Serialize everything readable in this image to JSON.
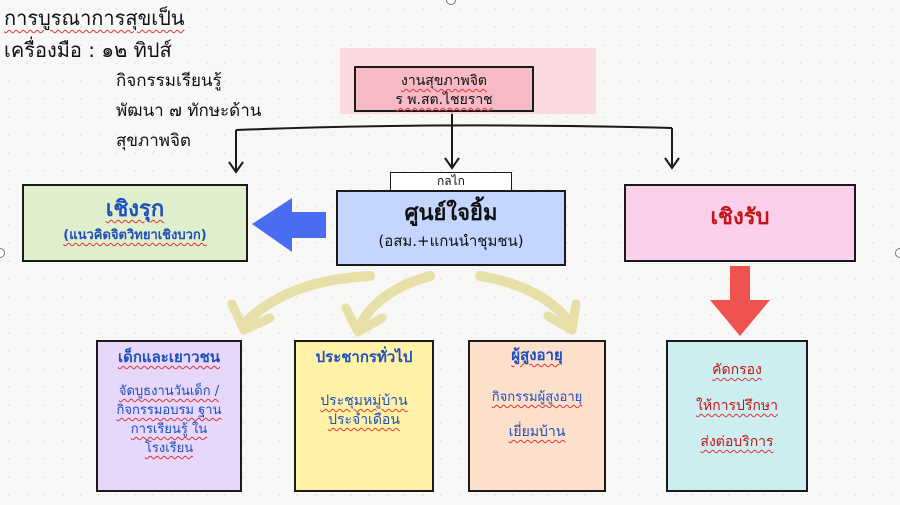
{
  "heading": {
    "line1": "การบูรณาการสุขเป็น",
    "line2": "เครื่องมือ : ๑๒ ทิปส์",
    "line3": "กิจกรรมเรียนรู้",
    "line4": "พัฒนา ๗ ทักษะด้าน",
    "line5": "สุขภาพจิต"
  },
  "top": {
    "line1": "งานสุขภาพจิต",
    "line2": "ร พ.สต.ไชยราช"
  },
  "mechanism": "กลไก",
  "center": {
    "title": "ศูนย์ใจยิ้ม",
    "subtitle": "(อสม.+แกนนำชุมชน)"
  },
  "proactive": {
    "title": "เชิงรุก",
    "subtitle": "(แนวคิดจิตวิทยาเชิงบวก)"
  },
  "reactive": {
    "title": "เชิงรับ"
  },
  "groups": {
    "children": {
      "title": "เด็กและเยาวชน",
      "l1": "จัดบูธงานวันเด็ก /",
      "l2": "กิจกรรมอบรม ฐาน",
      "l3": "การเรียนรู้ ใน",
      "l4": "โรงเรียน"
    },
    "public": {
      "title": "ประชากรทั่วไป",
      "l1": "ประชุมหมู่บ้าน",
      "l2": "ประจำเดือน"
    },
    "elderly": {
      "title": "ผู้สูงอายุ",
      "l1": "กิจกรรมผู้สูงอายุ",
      "l2": "เยี่ยมบ้าน"
    },
    "services": {
      "l1": "คัดกรอง",
      "l2": "ให้การปรึกษา",
      "l3": "ส่งต่อบริการ"
    }
  },
  "colors": {
    "blue_arrow": "#4a6cf0",
    "red_arrow": "#ef5350",
    "yellow_arrow": "#e6e0a8"
  }
}
